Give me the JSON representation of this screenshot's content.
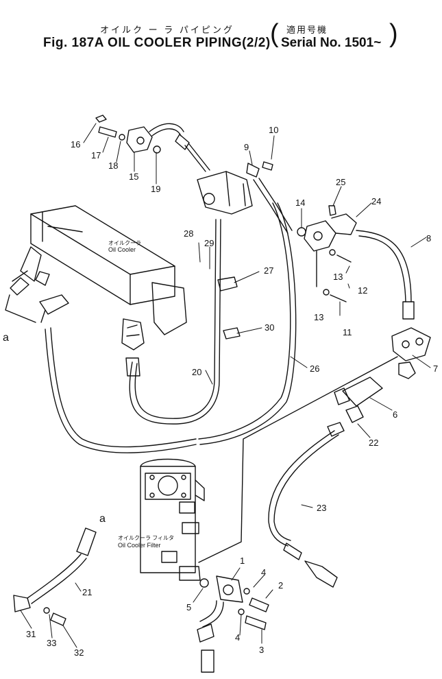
{
  "header": {
    "title_jp": "オイルク ー ラ パイピング",
    "title": "Fig. 187A OIL COOLER PIPING(2/2)",
    "serial_jp": "適用号機",
    "serial": "Serial No. 1501~"
  },
  "labels": {
    "oil_cooler_jp": "オイルクーラ",
    "oil_cooler": "Oil Cooler",
    "oil_cooler_filter_jp": "オイルクーラ フィルタ",
    "oil_cooler_filter": "Oil Cooler Filter",
    "ref_a_top": "a",
    "ref_a_bottom": "a"
  },
  "callouts": {
    "c1": "1",
    "c2": "2",
    "c3": "3",
    "c4a": "4",
    "c4b": "4",
    "c5": "5",
    "c6": "6",
    "c7": "7",
    "c8": "8",
    "c9": "9",
    "c10": "10",
    "c11": "11",
    "c12": "12",
    "c13a": "13",
    "c13b": "13",
    "c14": "14",
    "c15": "15",
    "c16": "16",
    "c17": "17",
    "c18": "18",
    "c19": "19",
    "c20": "20",
    "c21": "21",
    "c22": "22",
    "c23": "23",
    "c24": "24",
    "c25": "25",
    "c26": "26",
    "c27": "27",
    "c28": "28",
    "c29": "29",
    "c30": "30",
    "c31": "31",
    "c32": "32",
    "c33": "33"
  }
}
